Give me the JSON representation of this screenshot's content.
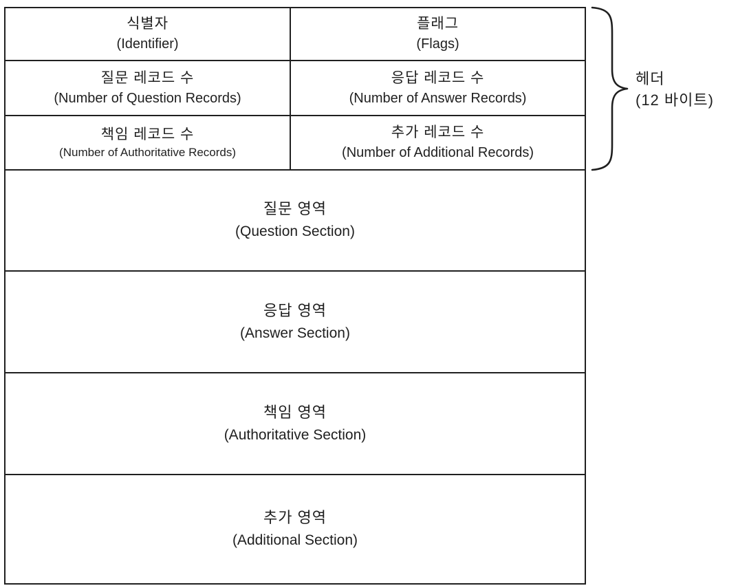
{
  "header": {
    "cells": [
      {
        "ko": "식별자",
        "en": "(Identifier)"
      },
      {
        "ko": "플래그",
        "en": "(Flags)"
      },
      {
        "ko": "질문 레코드 수",
        "en": "(Number of Question Records)"
      },
      {
        "ko": "응답 레코드 수",
        "en": "(Number of Answer Records)"
      },
      {
        "ko": "책임 레코드 수",
        "en": "(Number of Authoritative Records)"
      },
      {
        "ko": "추가 레코드 수",
        "en": "(Number of Additional Records)"
      }
    ],
    "brace_label": {
      "line1": "헤더",
      "line2": "(12 바이트)"
    }
  },
  "sections": [
    {
      "ko": "질문 영역",
      "en": "(Question Section)"
    },
    {
      "ko": "응답 영역",
      "en": "(Answer Section)"
    },
    {
      "ko": "책임 영역",
      "en": "(Authoritative Section)"
    },
    {
      "ko": "추가 영역",
      "en": "(Additional Section)"
    }
  ],
  "colors": {
    "line": "#1f1f1f",
    "background": "#ffffff",
    "text": "#1f1f1f"
  }
}
